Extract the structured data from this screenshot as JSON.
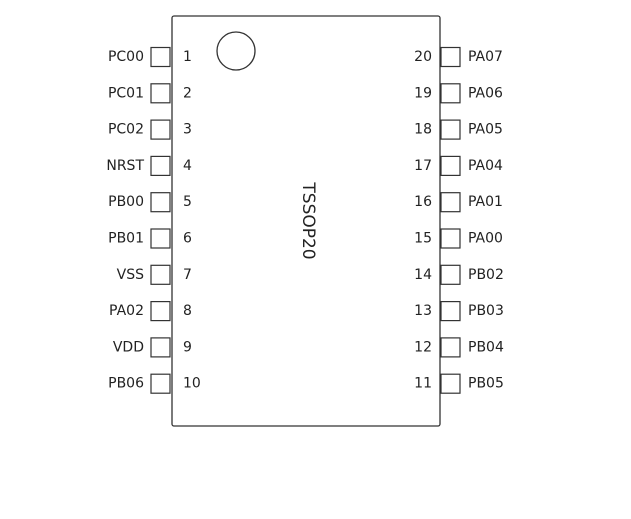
{
  "package": {
    "name": "TSSOP20"
  },
  "pins": {
    "left": [
      {
        "number": "1",
        "name": "PC00"
      },
      {
        "number": "2",
        "name": "PC01"
      },
      {
        "number": "3",
        "name": "PC02"
      },
      {
        "number": "4",
        "name": "NRST"
      },
      {
        "number": "5",
        "name": "PB00"
      },
      {
        "number": "6",
        "name": "PB01"
      },
      {
        "number": "7",
        "name": "VSS"
      },
      {
        "number": "8",
        "name": "PA02"
      },
      {
        "number": "9",
        "name": "VDD"
      },
      {
        "number": "10",
        "name": "PB06"
      }
    ],
    "right": [
      {
        "number": "20",
        "name": "PA07"
      },
      {
        "number": "19",
        "name": "PA06"
      },
      {
        "number": "18",
        "name": "PA05"
      },
      {
        "number": "17",
        "name": "PA04"
      },
      {
        "number": "16",
        "name": "PA01"
      },
      {
        "number": "15",
        "name": "PA00"
      },
      {
        "number": "14",
        "name": "PB02"
      },
      {
        "number": "13",
        "name": "PB03"
      },
      {
        "number": "12",
        "name": "PB04"
      },
      {
        "number": "11",
        "name": "PB05"
      }
    ]
  }
}
